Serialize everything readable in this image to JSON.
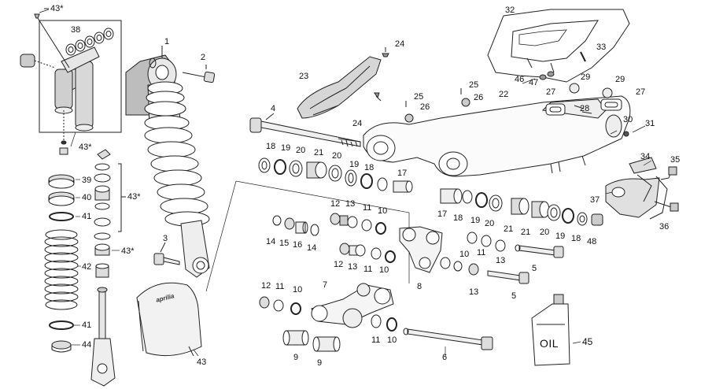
{
  "callouts": [
    {
      "id": "c43a",
      "text": "43*"
    },
    {
      "id": "c38",
      "text": "38"
    },
    {
      "id": "c43b",
      "text": "43*"
    },
    {
      "id": "c39",
      "text": "39"
    },
    {
      "id": "c40",
      "text": "40"
    },
    {
      "id": "c41a",
      "text": "41"
    },
    {
      "id": "c43c",
      "text": "43*"
    },
    {
      "id": "c43d",
      "text": "43*"
    },
    {
      "id": "c42",
      "text": "42"
    },
    {
      "id": "c41b",
      "text": "41"
    },
    {
      "id": "c44",
      "text": "44"
    },
    {
      "id": "c1",
      "text": "1"
    },
    {
      "id": "c2",
      "text": "2"
    },
    {
      "id": "c3",
      "text": "3"
    },
    {
      "id": "c43e",
      "text": "43"
    },
    {
      "id": "c4",
      "text": "4"
    },
    {
      "id": "c23",
      "text": "23"
    },
    {
      "id": "c24a",
      "text": "24"
    },
    {
      "id": "c24b",
      "text": "24"
    },
    {
      "id": "c25a",
      "text": "25"
    },
    {
      "id": "c26a",
      "text": "26"
    },
    {
      "id": "c25b",
      "text": "25"
    },
    {
      "id": "c26b",
      "text": "26"
    },
    {
      "id": "c22",
      "text": "22"
    },
    {
      "id": "c32",
      "text": "32"
    },
    {
      "id": "c33",
      "text": "33"
    },
    {
      "id": "c46",
      "text": "46"
    },
    {
      "id": "c47",
      "text": "47"
    },
    {
      "id": "c29a",
      "text": "29"
    },
    {
      "id": "c29b",
      "text": "29"
    },
    {
      "id": "c27a",
      "text": "27"
    },
    {
      "id": "c27b",
      "text": "27"
    },
    {
      "id": "c28",
      "text": "28"
    },
    {
      "id": "c30",
      "text": "30"
    },
    {
      "id": "c31",
      "text": "31"
    },
    {
      "id": "c34",
      "text": "34"
    },
    {
      "id": "c35",
      "text": "35"
    },
    {
      "id": "c37",
      "text": "37"
    },
    {
      "id": "c36",
      "text": "36"
    },
    {
      "id": "c18a",
      "text": "18"
    },
    {
      "id": "c19a",
      "text": "19"
    },
    {
      "id": "c20a",
      "text": "20"
    },
    {
      "id": "c21a",
      "text": "21"
    },
    {
      "id": "c20b",
      "text": "20"
    },
    {
      "id": "c19b",
      "text": "19"
    },
    {
      "id": "c18b",
      "text": "18"
    },
    {
      "id": "c17a",
      "text": "17"
    },
    {
      "id": "c17b",
      "text": "17"
    },
    {
      "id": "c18c",
      "text": "18"
    },
    {
      "id": "c19c",
      "text": "19"
    },
    {
      "id": "c20c",
      "text": "20"
    },
    {
      "id": "c21b",
      "text": "21"
    },
    {
      "id": "c21c",
      "text": "21"
    },
    {
      "id": "c20d",
      "text": "20"
    },
    {
      "id": "c19d",
      "text": "19"
    },
    {
      "id": "c18d",
      "text": "18"
    },
    {
      "id": "c48",
      "text": "48"
    },
    {
      "id": "c12a",
      "text": "12"
    },
    {
      "id": "c13a",
      "text": "13"
    },
    {
      "id": "c11a",
      "text": "11"
    },
    {
      "id": "c10a",
      "text": "10"
    },
    {
      "id": "c14a",
      "text": "14"
    },
    {
      "id": "c15",
      "text": "15"
    },
    {
      "id": "c16",
      "text": "16"
    },
    {
      "id": "c14b",
      "text": "14"
    },
    {
      "id": "c12b",
      "text": "12"
    },
    {
      "id": "c13b",
      "text": "13"
    },
    {
      "id": "c11b",
      "text": "11"
    },
    {
      "id": "c10b",
      "text": "10"
    },
    {
      "id": "c8",
      "text": "8"
    },
    {
      "id": "c10c",
      "text": "10"
    },
    {
      "id": "c11c",
      "text": "11"
    },
    {
      "id": "c13c",
      "text": "13"
    },
    {
      "id": "c13d",
      "text": "13"
    },
    {
      "id": "c5a",
      "text": "5"
    },
    {
      "id": "c5b",
      "text": "5"
    },
    {
      "id": "c12c",
      "text": "12"
    },
    {
      "id": "c11d",
      "text": "11"
    },
    {
      "id": "c10d",
      "text": "10"
    },
    {
      "id": "c7",
      "text": "7"
    },
    {
      "id": "c11e",
      "text": "11"
    },
    {
      "id": "c10e",
      "text": "10"
    },
    {
      "id": "c9a",
      "text": "9"
    },
    {
      "id": "c9b",
      "text": "9"
    },
    {
      "id": "c6",
      "text": "6"
    },
    {
      "id": "c45",
      "text": "45"
    }
  ],
  "oil_can": {
    "label": "OIL"
  },
  "bag": {
    "brand": "aprilia"
  },
  "colors": {
    "line": "#222222",
    "fill": "#ffffff",
    "shade": "#bdbdbd"
  }
}
